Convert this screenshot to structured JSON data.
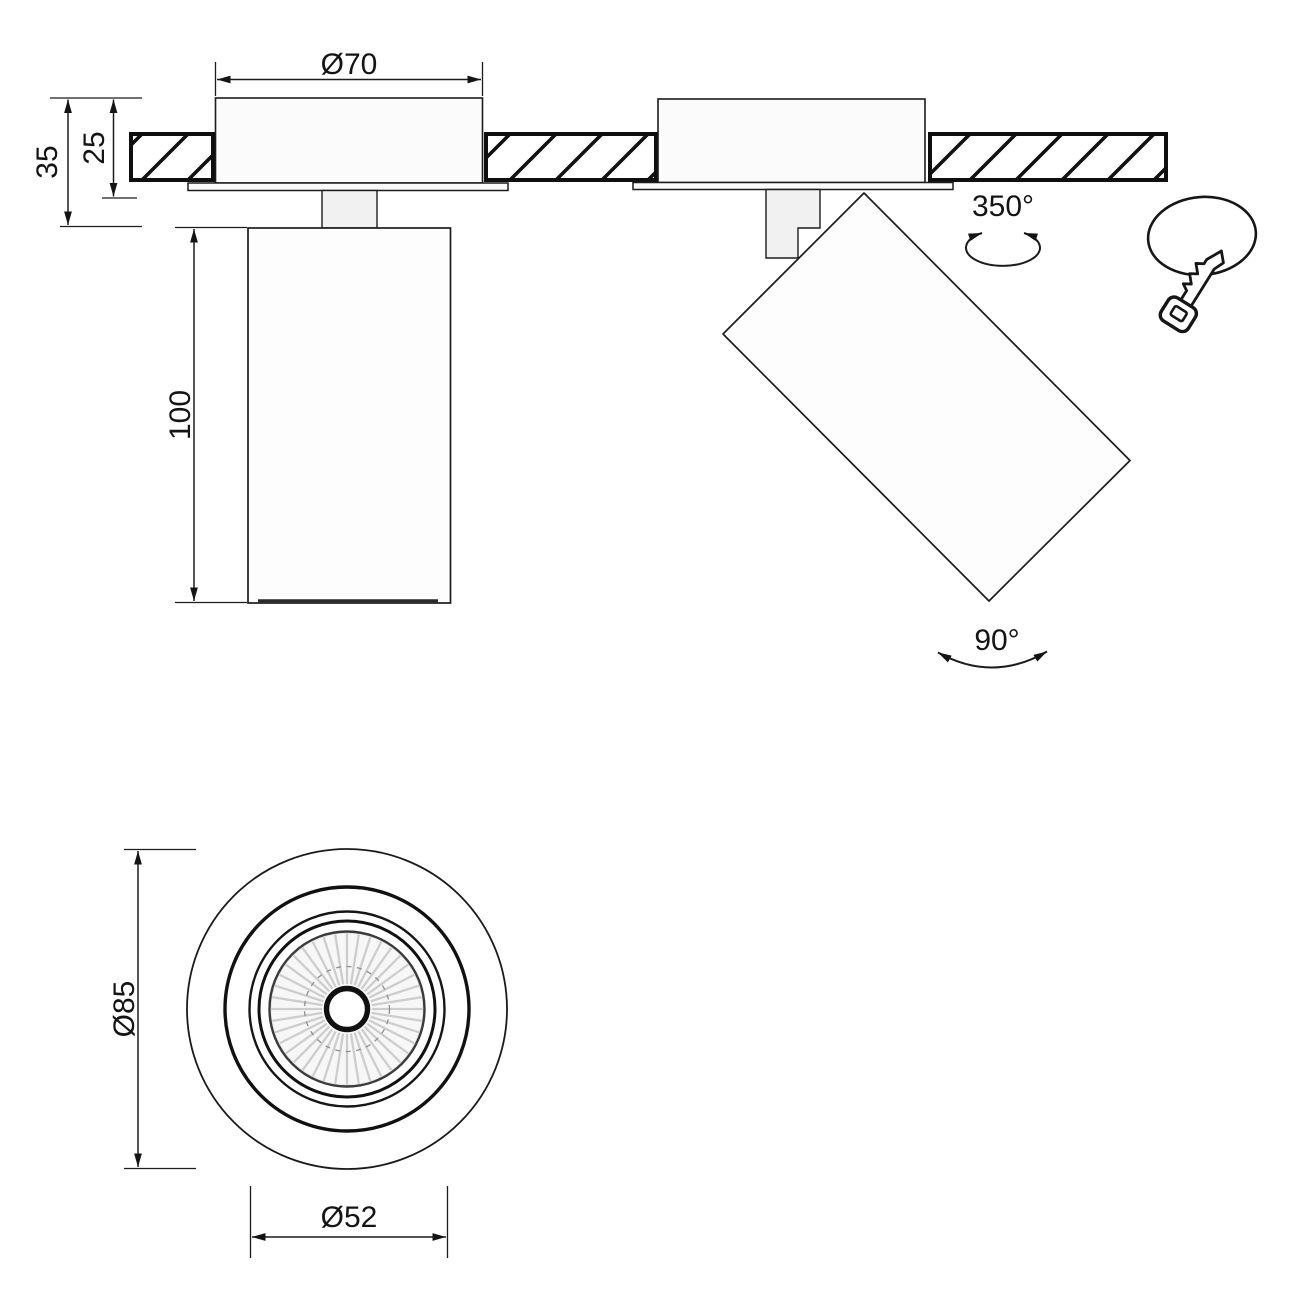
{
  "colors": {
    "line": "#1c1c1c",
    "hatch": "#111111",
    "rib": "#cdcdcd",
    "fill_light": "#f1f1f1",
    "background": "#ffffff"
  },
  "side_view": {
    "plate_diameter": {
      "label": "Ø70"
    },
    "total_recess_depth": {
      "label": "35"
    },
    "plate_depth": {
      "label": "25"
    },
    "body_length": {
      "label": "100"
    }
  },
  "tilt_view": {
    "rotation_range": {
      "label": "350°"
    },
    "tilt_range": {
      "label": "90°"
    }
  },
  "bottom_view": {
    "outer_diameter": {
      "label": "Ø85"
    },
    "inner_diameter": {
      "label": "Ø52"
    }
  },
  "icons": {
    "key": "key-icon"
  }
}
